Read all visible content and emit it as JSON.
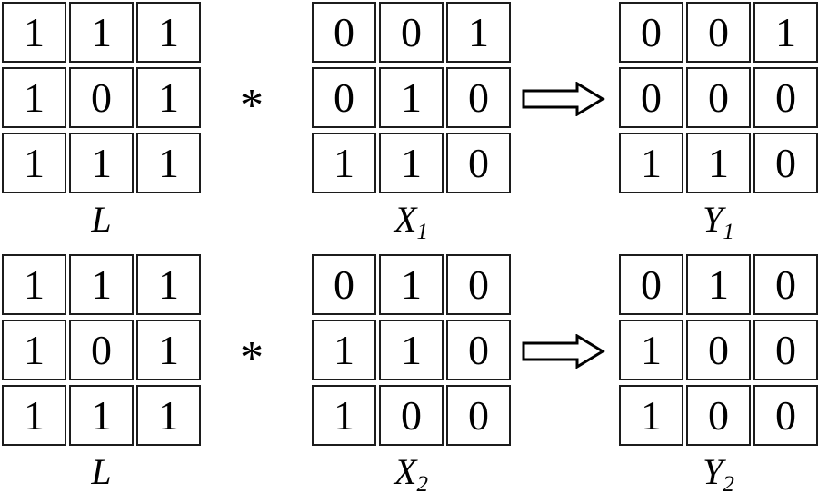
{
  "figure": {
    "operator": "*",
    "colors": {
      "background": "#ffffff",
      "cell_border": "#1c1c1c",
      "cell_fill": "#ffffff",
      "glyph": "#000000"
    },
    "rows": [
      {
        "kernel": {
          "label": {
            "base": "L",
            "sub": ""
          },
          "values": [
            [
              1,
              1,
              1
            ],
            [
              1,
              0,
              1
            ],
            [
              1,
              1,
              1
            ]
          ]
        },
        "input": {
          "label": {
            "base": "X",
            "sub": "1"
          },
          "values": [
            [
              0,
              0,
              1
            ],
            [
              0,
              1,
              0
            ],
            [
              1,
              1,
              0
            ]
          ]
        },
        "output": {
          "label": {
            "base": "Y",
            "sub": "1"
          },
          "values": [
            [
              0,
              0,
              1
            ],
            [
              0,
              0,
              0
            ],
            [
              1,
              1,
              0
            ]
          ]
        }
      },
      {
        "kernel": {
          "label": {
            "base": "L",
            "sub": ""
          },
          "values": [
            [
              1,
              1,
              1
            ],
            [
              1,
              0,
              1
            ],
            [
              1,
              1,
              1
            ]
          ]
        },
        "input": {
          "label": {
            "base": "X",
            "sub": "2"
          },
          "values": [
            [
              0,
              1,
              0
            ],
            [
              1,
              1,
              0
            ],
            [
              1,
              0,
              0
            ]
          ]
        },
        "output": {
          "label": {
            "base": "Y",
            "sub": "2"
          },
          "values": [
            [
              0,
              1,
              0
            ],
            [
              1,
              0,
              0
            ],
            [
              1,
              0,
              0
            ]
          ]
        }
      }
    ]
  }
}
